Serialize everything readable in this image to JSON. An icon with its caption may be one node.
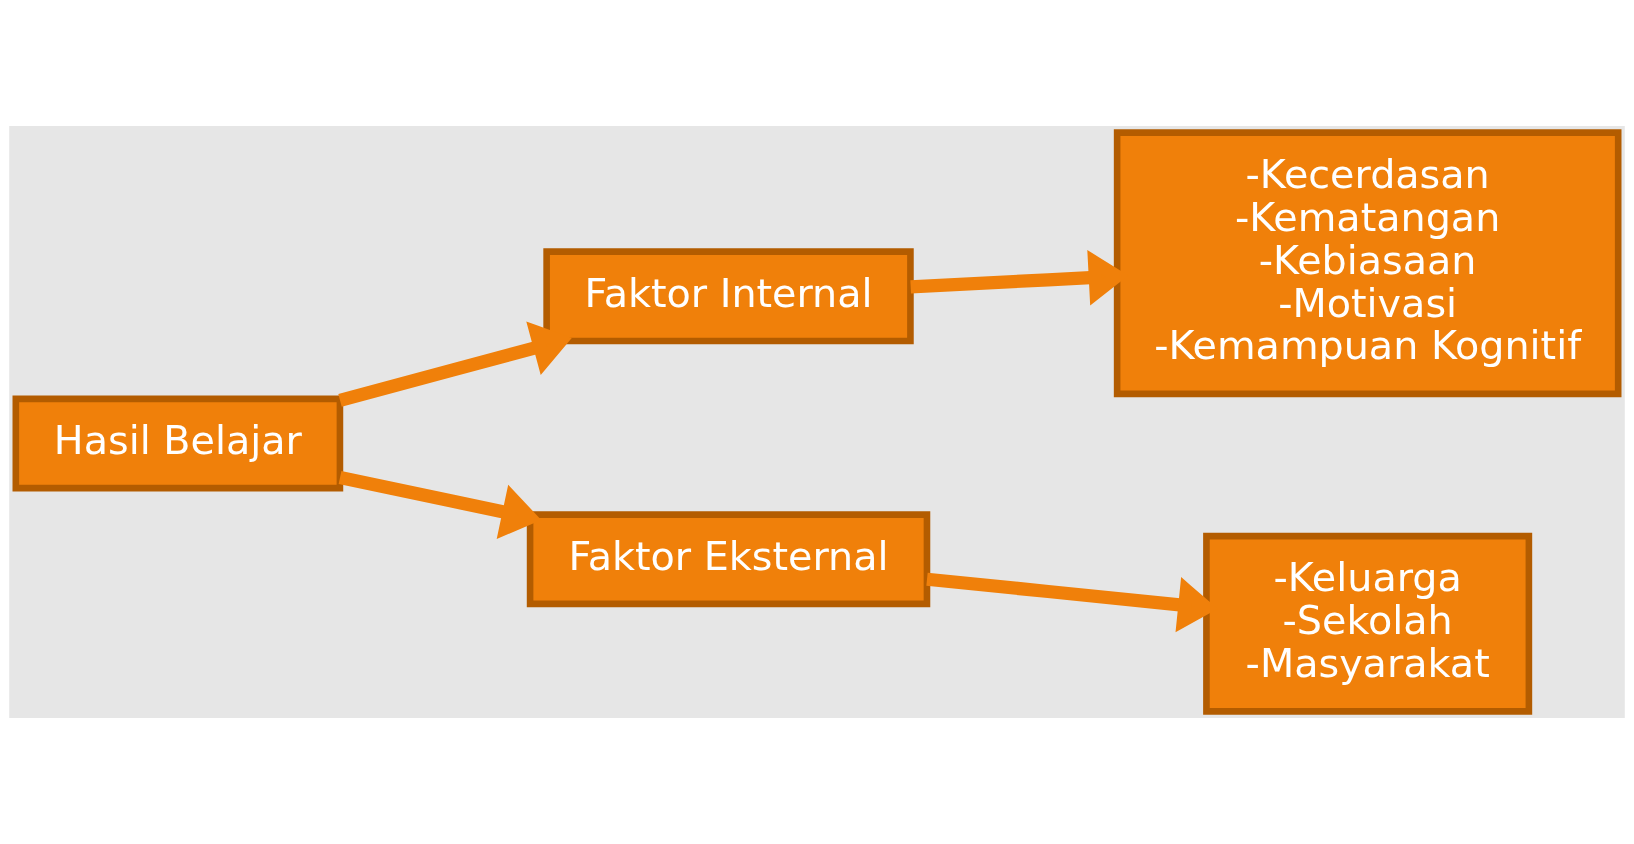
{
  "diagram": {
    "nodes": [
      {
        "text": [
          "Hasil Belajar"
        ]
      },
      {
        "text": [
          "Faktor Internal"
        ]
      },
      {
        "text": [
          "Faktor Eksternal"
        ]
      },
      {
        "text": [
          "-Kecerdasan",
          "-Kematangan",
          "-Kebiasaan",
          "-Motivasi",
          "-Kemampuan Kognitif"
        ]
      },
      {
        "text": [
          "-Keluarga",
          "-Sekolah",
          "-Masyarakat"
        ]
      }
    ],
    "edges": [
      {
        "from": 0,
        "to": 1,
        "arrow": "to"
      },
      {
        "from": 0,
        "to": 2,
        "arrow": "to"
      },
      {
        "from": 1,
        "to": 3,
        "arrow": "to"
      },
      {
        "from": 2,
        "to": 4,
        "arrow": "to"
      }
    ]
  }
}
